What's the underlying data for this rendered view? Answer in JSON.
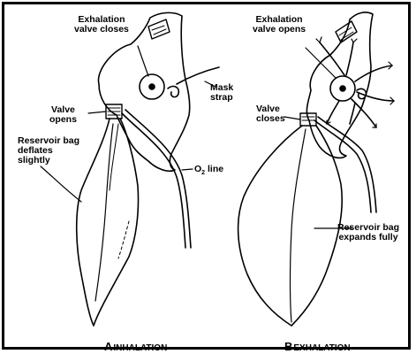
{
  "panel_a": {
    "caption_letter": "A",
    "caption_word": "INHALATION",
    "labels": {
      "exhalation_valve": "Exhalation\nvalve closes",
      "mask_strap": "Mask\nstrap",
      "valve": "Valve\nopens",
      "reservoir": "Reservoir bag\ndeflates\nslightly",
      "o2_line_main": "O",
      "o2_line_sub": "2",
      "o2_line_rest": " line"
    }
  },
  "panel_b": {
    "caption_letter": "B",
    "caption_word": "EXHALATION",
    "labels": {
      "exhalation_valve": "Exhalation\nvalve opens",
      "valve": "Valve\ncloses",
      "reservoir": "Reservoir bag\nexpands fully"
    }
  }
}
